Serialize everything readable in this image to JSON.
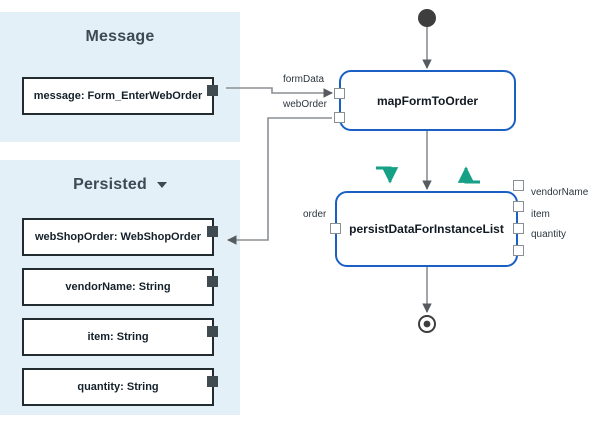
{
  "panels": [
    {
      "id": "message",
      "title": "Message"
    },
    {
      "id": "persisted",
      "title": "Persisted",
      "caret": "chevron-down-icon"
    }
  ],
  "data_objects": [
    {
      "id": "message",
      "label": "message: Form_EnterWebOrder",
      "panel": "message"
    },
    {
      "id": "webshoporder",
      "label": "webShopOrder: WebShopOrder",
      "panel": "persisted"
    },
    {
      "id": "vendorname",
      "label": "vendorName: String",
      "panel": "persisted"
    },
    {
      "id": "item",
      "label": "item: String",
      "panel": "persisted"
    },
    {
      "id": "quantity",
      "label": "quantity: String",
      "panel": "persisted"
    }
  ],
  "nodes": [
    {
      "id": "map",
      "title": "mapFormToOrder",
      "input_ports": [
        "formData",
        "webOrder"
      ],
      "output_ports": []
    },
    {
      "id": "persist",
      "title": "persistDataForInstanceList",
      "input_ports": [
        "order"
      ],
      "output_ports": [
        "vendorName",
        "item",
        "quantity"
      ]
    }
  ],
  "markers": [
    {
      "id": "start",
      "name": "start-event"
    },
    {
      "id": "end",
      "name": "end-event"
    },
    {
      "id": "loop-in",
      "name": "loop-entry-arrow-icon"
    },
    {
      "id": "loop-out",
      "name": "loop-exit-arrow-icon"
    }
  ],
  "colors": {
    "node_border": "#1a5fc4",
    "panel_background": "#e4f0f7",
    "accent_green": "#16a085",
    "connector": "#8a8f94",
    "object_border": "#222b30"
  }
}
